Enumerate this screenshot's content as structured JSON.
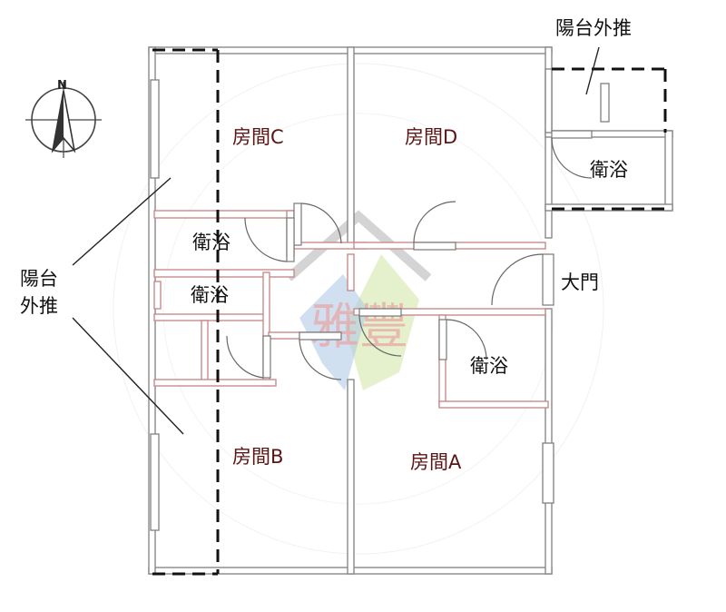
{
  "rooms": {
    "room_c": "房間C",
    "room_d": "房間D",
    "room_b": "房間B",
    "room_a": "房間A"
  },
  "bathrooms": {
    "bath_west_1": "衛浴",
    "bath_west_2": "衛浴",
    "bath_east": "衛浴",
    "bath_mid": "衛浴"
  },
  "entrance": "大門",
  "balcony": {
    "top_right": "陽台外推",
    "left_line1": "陽台",
    "left_line2": "外推"
  },
  "compass": {
    "north": "N"
  },
  "watermark": {
    "text": "雅豐",
    "colors": [
      "#e8a7a7",
      "#a9c7e6",
      "#cfe3a3"
    ]
  }
}
